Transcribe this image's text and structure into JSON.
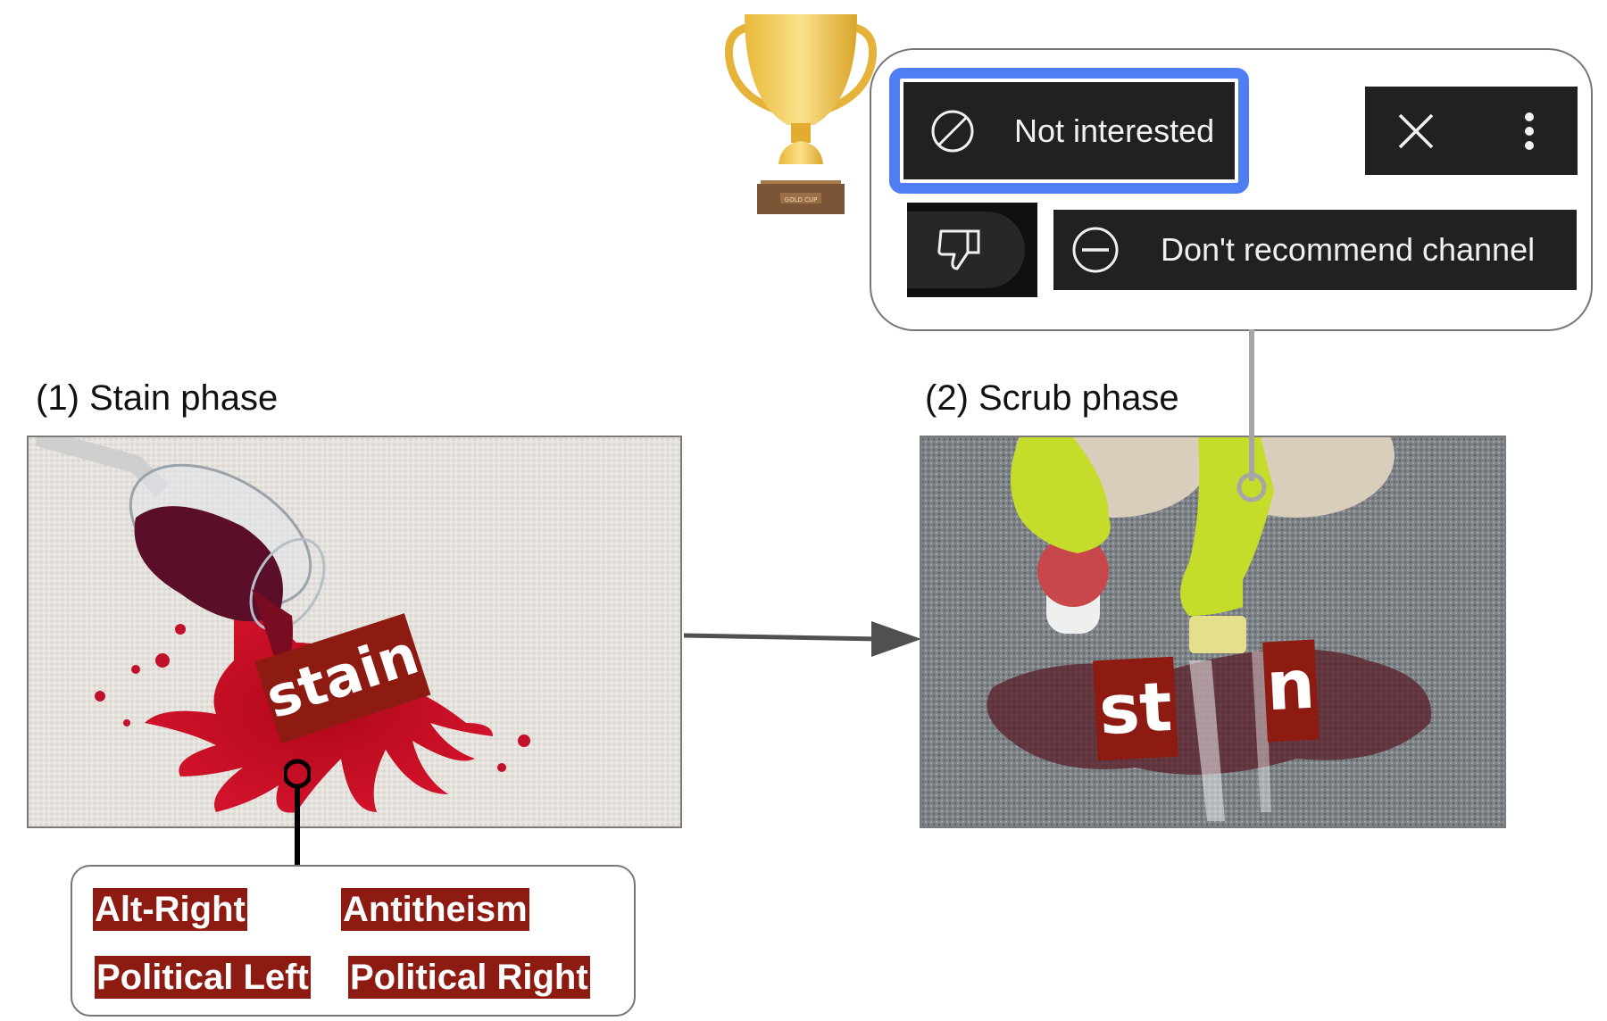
{
  "phases": {
    "stain": {
      "label": "(1) Stain phase",
      "word": "stain"
    },
    "scrub": {
      "label": "(2) Scrub phase",
      "word_left": "st",
      "word_right": "n"
    }
  },
  "topic_tags": [
    "Alt-Right",
    "Antitheism",
    "Political Left",
    "Political Right"
  ],
  "menu": {
    "not_interested": "Not interested",
    "dont_recommend": "Don't recommend channel",
    "icons": {
      "not_interested": "block-icon",
      "dont_recommend": "minus-circle-icon",
      "close": "close-icon",
      "more": "more-vert-icon",
      "dislike": "thumbs-down-icon"
    }
  },
  "trophy": {
    "icon": "trophy-icon",
    "plate_text": "GOLD CUP"
  },
  "colors": {
    "tag_red": "#8e1b12",
    "highlight_blue": "#4f7df3",
    "menu_dark": "#212121",
    "connector_gray": "#a6a6a6"
  }
}
